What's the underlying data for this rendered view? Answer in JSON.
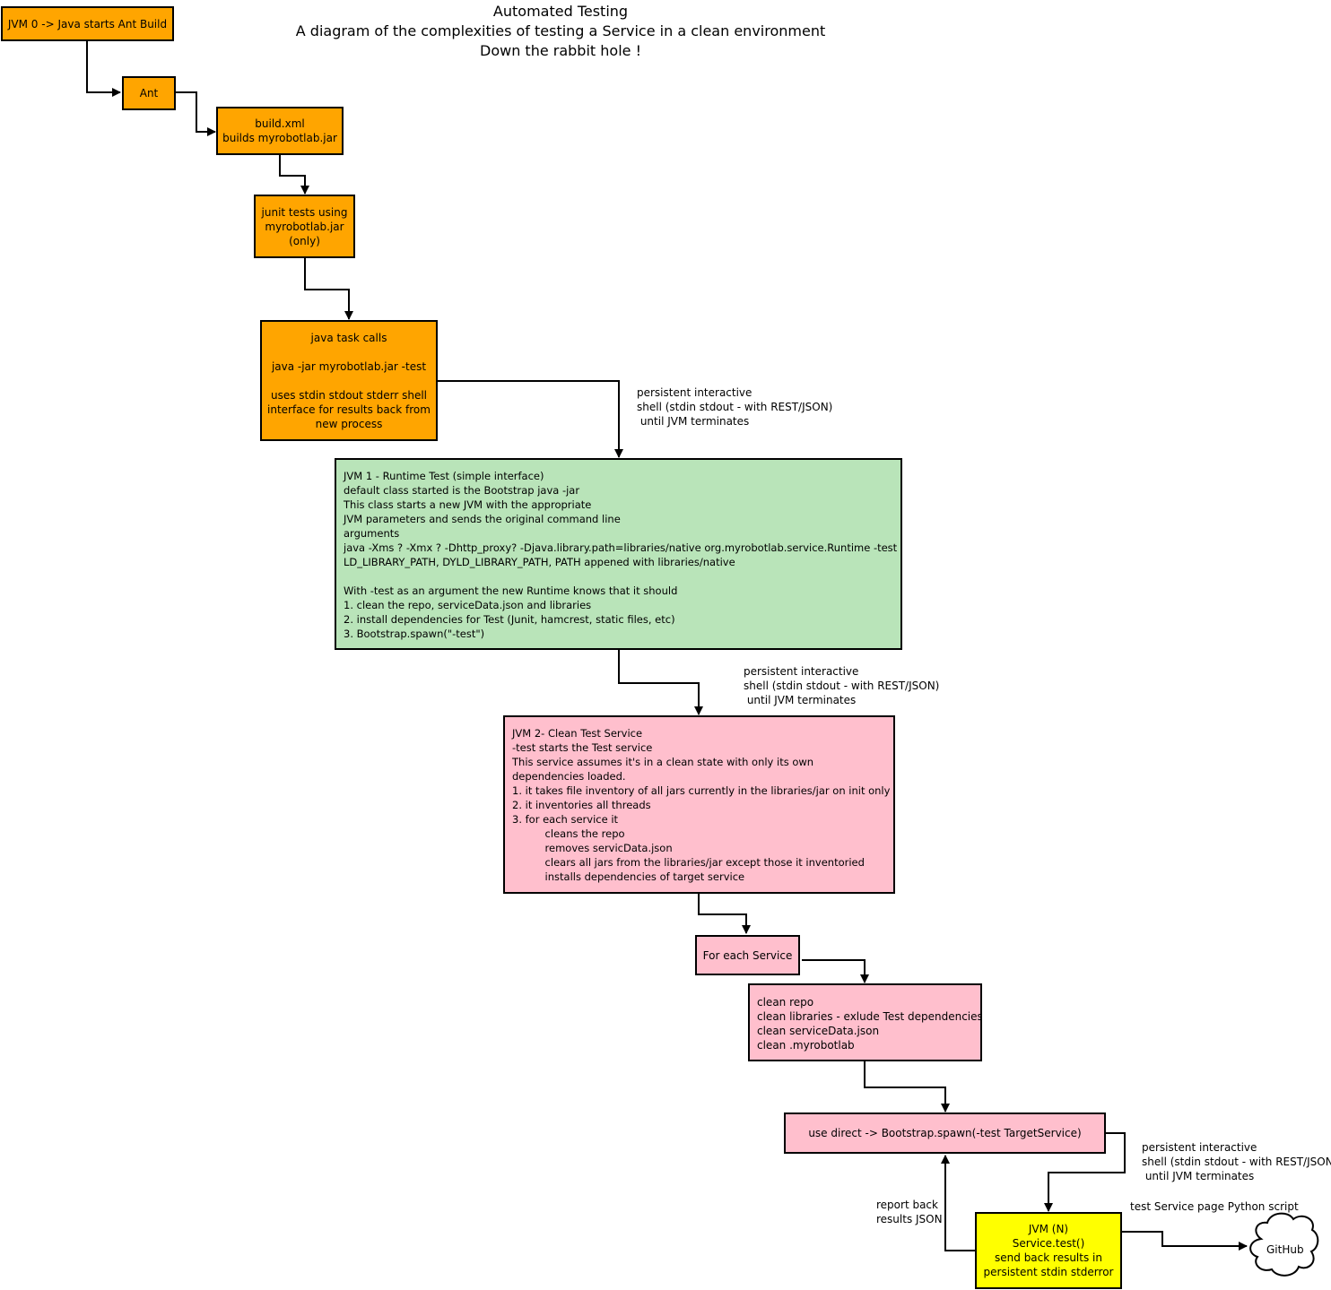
{
  "title": {
    "line1": "Automated Testing",
    "line2": "A diagram of the complexities of testing a Service in a clean environment",
    "line3": "Down the rabbit hole !"
  },
  "nodes": {
    "jvm0": {
      "lines": [
        "JVM 0 -> Java starts Ant Build"
      ]
    },
    "ant": {
      "lines": [
        "Ant"
      ]
    },
    "build": {
      "lines": [
        "build.xml",
        "builds myrobotlab.jar"
      ]
    },
    "junit": {
      "lines": [
        "junit tests using",
        "myrobotlab.jar",
        "(only)"
      ]
    },
    "javatask": {
      "lines": [
        "java task calls",
        "",
        "java -jar myrobotlab.jar -test",
        "",
        "uses stdin stdout stderr shell",
        "interface for results back from",
        "new process"
      ]
    },
    "jvm1": {
      "lines": [
        "JVM 1 - Runtime Test (simple interface)",
        "default class started is the Bootstrap java -jar",
        "This class starts a new JVM with the appropriate",
        "JVM parameters and sends the original command line",
        "arguments",
        "java -Xms ? -Xmx ? -Dhttp_proxy? -Djava.library.path=libraries/native org.myrobotlab.service.Runtime -test",
        "LD_LIBRARY_PATH, DYLD_LIBRARY_PATH, PATH appened with libraries/native",
        "",
        "With -test as an argument the new Runtime knows that it should",
        "1. clean the repo, serviceData.json and libraries",
        "2. install dependencies for Test (Junit, hamcrest, static files, etc)",
        "3. Bootstrap.spawn(\"-test\")"
      ]
    },
    "jvm2": {
      "lines": [
        "JVM 2- Clean Test Service",
        "-test starts the Test service",
        "This service assumes it's in a clean state with only its own",
        "dependencies loaded.",
        "1. it takes file inventory of all jars currently in the libraries/jar on init only",
        "2. it inventories all threads",
        "3. for each service it",
        "          cleans the repo",
        "          removes servicData.json",
        "          clears all jars from the libraries/jar except those it inventoried",
        "          installs dependencies of target service"
      ]
    },
    "foreach": {
      "lines": [
        "For each Service"
      ]
    },
    "clean": {
      "lines": [
        "clean repo",
        "clean libraries - exlude Test dependencies",
        "clean serviceData.json",
        "clean .myrobotlab"
      ]
    },
    "usedirect": {
      "lines": [
        "use direct -> Bootstrap.spawn(-test TargetService)"
      ]
    },
    "jvmn": {
      "lines": [
        "JVM (N)",
        "Service.test()",
        "send back results in",
        "persistent stdin stderror"
      ]
    },
    "github": {
      "label": "GitHub"
    }
  },
  "edge_labels": {
    "shell1": [
      "persistent interactive",
      "shell (stdin stdout - with REST/JSON)",
      " until JVM terminates"
    ],
    "shell2": [
      "persistent interactive",
      "shell (stdin stdout - with REST/JSON)",
      " until JVM terminates"
    ],
    "shell3": [
      "persistent interactive",
      "shell (stdin stdout - with REST/JSON)",
      " until JVM terminates"
    ],
    "report": [
      "report back",
      "results JSON"
    ],
    "python": [
      "test Service page Python script"
    ]
  },
  "colors": {
    "orange": "#ffa500",
    "green": "#b9e4b9",
    "pink": "#ffbfcd",
    "yellow": "#ffff00",
    "line": "#000000"
  }
}
